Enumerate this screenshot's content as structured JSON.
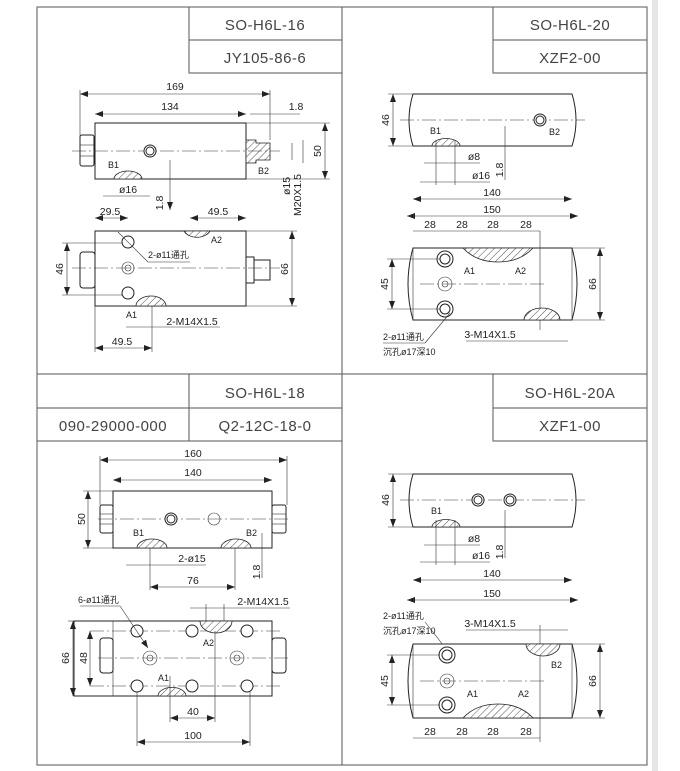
{
  "panels": [
    {
      "model": "SO-H6L-16",
      "code": "JY105-86-6",
      "dims": {
        "d169": "169",
        "d134": "134",
        "d18a": "1.8",
        "d50": "50",
        "phi15": "ø15",
        "m20": "M20X1.5",
        "phi16": "ø16",
        "d18b": "1.8",
        "d295": "29.5",
        "d495a": "49.5",
        "d46": "46",
        "d66": "66",
        "holes": "2-ø11通孔",
        "m14": "2-M14X1.5",
        "d495b": "49.5"
      },
      "ports": {
        "b1": "B1",
        "b2": "B2",
        "a1": "A1",
        "a2": "A2"
      }
    },
    {
      "model": "SO-H6L-20",
      "code": "XZF2-00",
      "dims": {
        "d46": "46",
        "phi8": "ø8",
        "phi16": "ø16",
        "d18": "1.8",
        "d140": "140",
        "d150": "150",
        "d28": [
          "28",
          "28",
          "28",
          "28"
        ],
        "d45": "45",
        "d66": "66",
        "holes": "2-ø11通孔",
        "cbore": "沉孔ø17深10",
        "m14": "3-M14X1.5"
      },
      "ports": {
        "b1": "B1",
        "b2": "B2",
        "a1": "A1",
        "a2": "A2"
      }
    },
    {
      "model": "SO-H6L-18",
      "code": "Q2-12C-18-0",
      "alt_code": "090-29000-000",
      "dims": {
        "d160": "160",
        "d140": "140",
        "d50": "50",
        "phi15": "2-ø15",
        "d76": "76",
        "d18": "1.8",
        "holes": "6-ø11通孔",
        "m14": "2-M14X1.5",
        "d66": "66",
        "d48": "48",
        "d40": "40",
        "d100": "100"
      },
      "ports": {
        "b1": "B1",
        "b2": "B2",
        "a1": "A1",
        "a2": "A2"
      }
    },
    {
      "model": "SO-H6L-20A",
      "code": "XZF1-00",
      "dims": {
        "d46": "46",
        "phi8": "ø8",
        "phi16": "ø16",
        "d18": "1.8",
        "d140": "140",
        "d150": "150",
        "holes": "2-ø11通孔",
        "cbore": "沉孔ø17深10",
        "m14": "3-M14X1.5",
        "d45": "45",
        "d66": "66",
        "d28": [
          "28",
          "28",
          "28",
          "28"
        ]
      },
      "ports": {
        "b1": "B1",
        "b2": "B2",
        "a1": "A1",
        "a2": "A2"
      }
    }
  ]
}
